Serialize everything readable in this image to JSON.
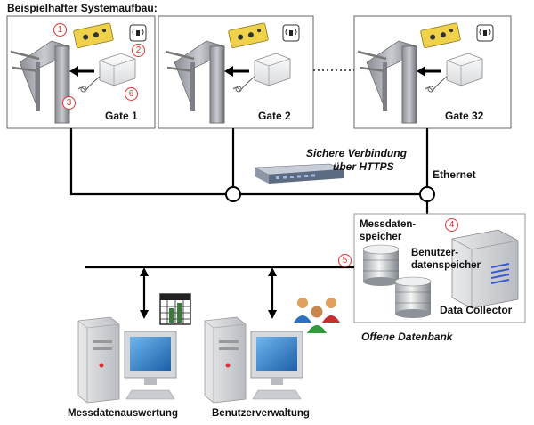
{
  "title": "Beispielhafter Systemaufbau:",
  "gates": [
    {
      "label": "Gate 1"
    },
    {
      "label": "Gate 2"
    },
    {
      "label": "Gate 32"
    }
  ],
  "markers": {
    "m1": "1",
    "m2": "2",
    "m3": "3",
    "m4": "4",
    "m5": "5",
    "m6": "6"
  },
  "connection": {
    "line1": "Sichere Verbindung",
    "line2": "über HTTPS"
  },
  "ethernet": "Ethernet",
  "collector": {
    "storage1_line1": "Messdaten-",
    "storage1_line2": "speicher",
    "storage2_line1": "Benutzer-",
    "storage2_line2": "datenspeicher",
    "label": "Data Collector"
  },
  "database_label": "Offene Datenbank",
  "workstations": {
    "left": "Messdatenauswertung",
    "right": "Benutzerverwaltung"
  }
}
